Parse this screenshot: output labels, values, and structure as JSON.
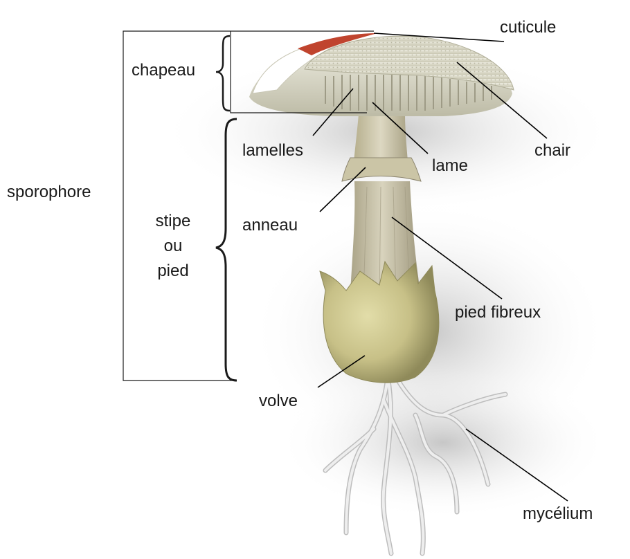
{
  "labels": {
    "cuticule": "cuticule",
    "chapeau": "chapeau",
    "chair": "chair",
    "lamelles": "lamelles",
    "lame": "lame",
    "sporophore": "sporophore",
    "stipe_line1": "stipe",
    "stipe_line2": "ou",
    "stipe_line3": "pied",
    "anneau": "anneau",
    "pied_fibreux": "pied fibreux",
    "volve": "volve",
    "mycelium": "mycélium"
  },
  "colors": {
    "cap_top": "#e3e1d0",
    "cap_red": "#c0442e",
    "cap_gills": "#efeedd",
    "stem": "#c9c3a8",
    "volva": "#cfc98f",
    "mycelium": "#e4e4e4",
    "leader_line": "#000000"
  }
}
